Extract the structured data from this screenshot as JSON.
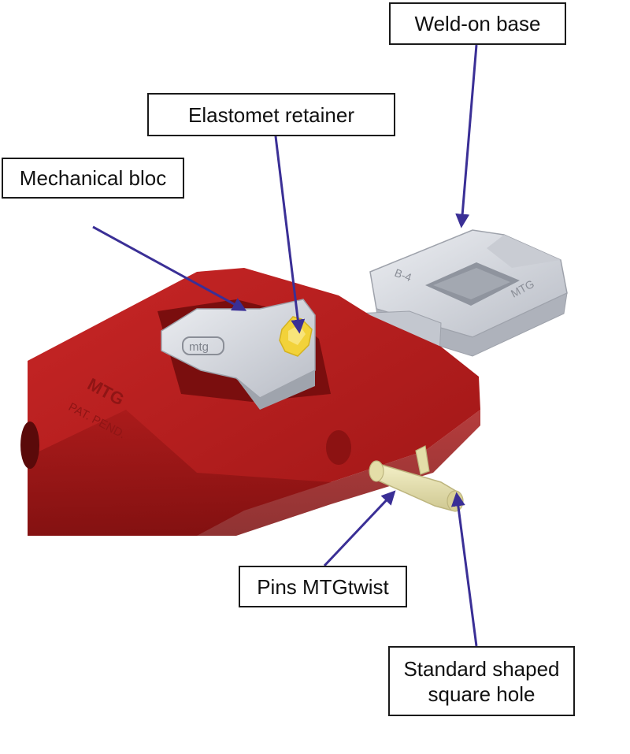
{
  "labels": {
    "weld_on_base": "Weld-on base",
    "elastomet_retainer": "Elastomet retainer",
    "mechanical_bloc": "Mechanical bloc",
    "pins": "Pins MTGtwist",
    "standard_hole_line1": "Standard shaped",
    "standard_hole_line2": "square hole"
  },
  "part_markings": {
    "weld_base_text": "MTG",
    "weld_base_code": "B-4",
    "mechanical_bloc_text": "mtg",
    "adapter_text": "MTG",
    "adapter_patent": "PAT. PEND."
  },
  "colors": {
    "adapter_red": "#b51d1d",
    "arrow": "#3a2f96",
    "steel": "#d6d9df",
    "retainer_yellow": "#f2d23a",
    "pin_cream": "#e8e3b4"
  }
}
